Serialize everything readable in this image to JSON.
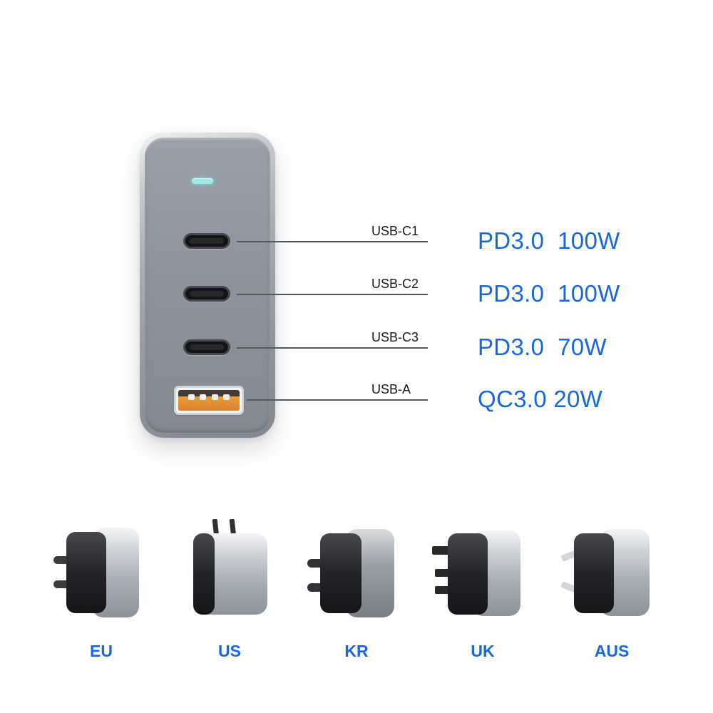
{
  "colors": {
    "accent_blue": "#1667e0",
    "led_cyan": "#9ceae3",
    "usb_a_orange": "#ef9b3a"
  },
  "charger": {
    "ports": [
      {
        "name": "USB-C1",
        "spec": "PD3.0  100W"
      },
      {
        "name": "USB-C2",
        "spec": "PD3.0  100W"
      },
      {
        "name": "USB-C3",
        "spec": "PD3.0  70W"
      },
      {
        "name": "USB-A",
        "spec": "QC3.0 20W"
      }
    ]
  },
  "plugs": [
    {
      "label": "EU"
    },
    {
      "label": "US"
    },
    {
      "label": "KR"
    },
    {
      "label": "UK"
    },
    {
      "label": "AUS"
    }
  ]
}
